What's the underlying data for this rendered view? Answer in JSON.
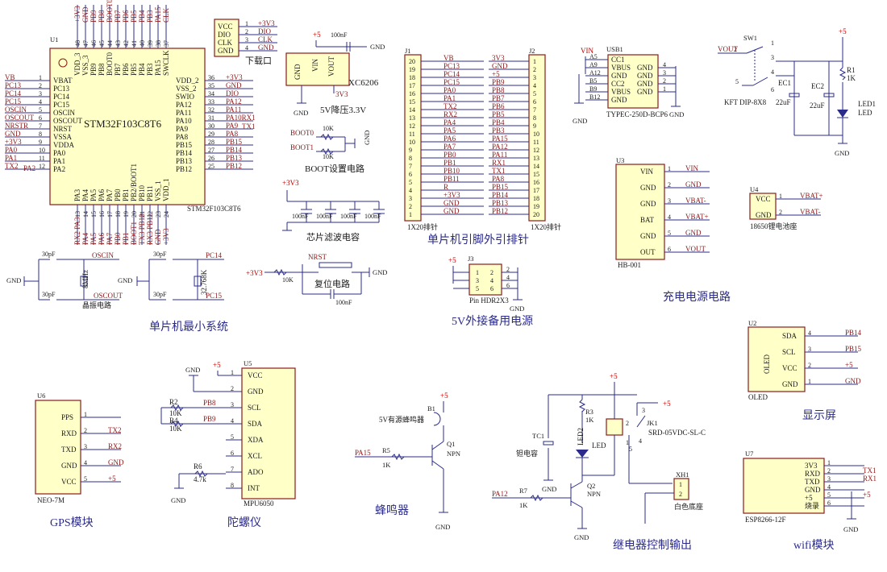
{
  "section_titles": {
    "min_system": "单片机最小系统",
    "oscillator": "晶振电路",
    "ldo": "5V降压3.3V",
    "boot": "BOOT设置电路",
    "filter": "芯片滤波电容",
    "reset": "复位电路",
    "pinout": "单片机引脚外引排针",
    "backup_power": "5V外接备用电源",
    "charger": "充电电源电路",
    "display": "显示屏",
    "gps": "GPS模块",
    "gyro": "陀螺仪",
    "buzzer": "蜂鸣器",
    "relay": "继电器控制输出",
    "wifi": "wifi模块",
    "download": "下载口"
  },
  "mcu": {
    "ref": "U1",
    "name": "STM32F103C8T6",
    "subname": "STM32F103C8T6",
    "left_pins": [
      {
        "n": "1",
        "name": "VBAT",
        "net": "VB"
      },
      {
        "n": "2",
        "name": "PC13",
        "net": "PC13"
      },
      {
        "n": "3",
        "name": "PC14",
        "net": "PC14"
      },
      {
        "n": "4",
        "name": "PC15",
        "net": "PC15"
      },
      {
        "n": "5",
        "name": "OSCIN",
        "net": "OSCIN"
      },
      {
        "n": "6",
        "name": "OSCOUT",
        "net": "OSCOUT"
      },
      {
        "n": "7",
        "name": "NRST",
        "net": "NRSTR"
      },
      {
        "n": "8",
        "name": "VSSA",
        "net": "GND"
      },
      {
        "n": "9",
        "name": "VDDA",
        "net": "+3V3"
      },
      {
        "n": "10",
        "name": "PA0",
        "net": "PA0"
      },
      {
        "n": "11",
        "name": "PA1",
        "net": "PA1"
      },
      {
        "n": "12",
        "name": "PA2",
        "net": "TX2"
      }
    ],
    "left_extra": "PA2",
    "right_pins": [
      {
        "n": "36",
        "name": "VDD_2",
        "net": "+3V3"
      },
      {
        "n": "35",
        "name": "VSS_2",
        "net": "GND"
      },
      {
        "n": "34",
        "name": "SWIO",
        "net": "DIO"
      },
      {
        "n": "33",
        "name": "PA12",
        "net": "PA12"
      },
      {
        "n": "32",
        "name": "PA11",
        "net": "PA11"
      },
      {
        "n": "31",
        "name": "PA10",
        "net": "PA10RX1"
      },
      {
        "n": "30",
        "name": "PA9",
        "net": "PA9"
      },
      {
        "n": "29",
        "name": "PA8",
        "net": "PA8"
      },
      {
        "n": "28",
        "name": "PB15",
        "net": "PB15"
      },
      {
        "n": "27",
        "name": "PB14",
        "net": "PB14"
      },
      {
        "n": "26",
        "name": "PB13",
        "net": "PB13"
      },
      {
        "n": "25",
        "name": "PB12",
        "net": "PB12"
      }
    ],
    "right_extra": "TX1",
    "top_pins": [
      {
        "n": "48",
        "name": "VDD_3",
        "net": "+3V3"
      },
      {
        "n": "47",
        "name": "VSS_3",
        "net": "GND"
      },
      {
        "n": "46",
        "name": "PB9",
        "net": "PB9"
      },
      {
        "n": "45",
        "name": "PB8",
        "net": "PB8"
      },
      {
        "n": "44",
        "name": "BOOT0",
        "net": "BOOT0"
      },
      {
        "n": "43",
        "name": "PB7",
        "net": "PB7"
      },
      {
        "n": "42",
        "name": "PB6",
        "net": "PB6"
      },
      {
        "n": "41",
        "name": "PB5",
        "net": "PB5"
      },
      {
        "n": "40",
        "name": "PB4",
        "net": "PB4"
      },
      {
        "n": "39",
        "name": "PB3",
        "net": "PB3"
      },
      {
        "n": "38",
        "name": "PA15",
        "net": "PA15"
      },
      {
        "n": "37",
        "name": "SWCLK",
        "net": "CLK"
      }
    ],
    "bottom_pins": [
      {
        "n": "13",
        "name": "PA3",
        "net": "RX2 PA3"
      },
      {
        "n": "14",
        "name": "PA4",
        "net": "PA4"
      },
      {
        "n": "15",
        "name": "PA5",
        "net": "PA5"
      },
      {
        "n": "16",
        "name": "PA6",
        "net": "PA6"
      },
      {
        "n": "17",
        "name": "PA7",
        "net": "PA7"
      },
      {
        "n": "18",
        "name": "PB0",
        "net": "PB0"
      },
      {
        "n": "19",
        "name": "PB1",
        "net": "PB1"
      },
      {
        "n": "20",
        "name": "PB2/BOOT1",
        "net": "BOOT1"
      },
      {
        "n": "21",
        "name": "PB10",
        "net": "TX3 PB10"
      },
      {
        "n": "22",
        "name": "PB11",
        "net": "RX3 PB11"
      },
      {
        "n": "23",
        "name": "VSS_1",
        "net": "GND"
      },
      {
        "n": "24",
        "name": "VDD_1",
        "net": "+3V3"
      }
    ]
  },
  "download": {
    "pins": [
      {
        "name": "VCC",
        "n": "1",
        "net": "+3V3"
      },
      {
        "name": "DIO",
        "n": "2",
        "net": "DIO"
      },
      {
        "name": "CLK",
        "n": "3",
        "net": "CLK"
      },
      {
        "name": "GND",
        "n": "4",
        "net": "GND"
      }
    ]
  },
  "ldo": {
    "v5": "+5",
    "cap": "100nF",
    "gnd": "GND",
    "vin": "VIN",
    "vout": "VOUT",
    "gnd_pin": "GND",
    "part": "XC6206",
    "out": "3V3",
    "gnd2": "GND"
  },
  "boot": {
    "net0": "BOOT0",
    "net1": "BOOT1",
    "r": "10K",
    "gnd": "GND"
  },
  "filter": {
    "v": "+3V3",
    "caps": [
      "100nF",
      "100nF",
      "100nF",
      "100nF"
    ],
    "gnd": "GND"
  },
  "reset": {
    "v": "+3V3",
    "r": "10K",
    "net": "NRST",
    "gnd": "GND",
    "cap": "100nF"
  },
  "osc": {
    "c": "30pF",
    "in": "OSCIN",
    "out": "OSCOUT",
    "x1": "8MHz",
    "x2": "32.768K",
    "p14": "PC14",
    "p15": "PC15",
    "gnd": "GND"
  },
  "j1": {
    "ref": "J1",
    "nums": [
      "20",
      "19",
      "18",
      "17",
      "16",
      "15",
      "14",
      "13",
      "12",
      "11",
      "10",
      "9",
      "8",
      "7",
      "6",
      "5",
      "4",
      "3",
      "2",
      "1"
    ],
    "nets": [
      "VB",
      "PC13",
      "PC14",
      "PC15",
      "PA0",
      "PA1",
      "TX2",
      "RX2",
      "PA4",
      "PA5",
      "PA6",
      "PA7",
      "PB0",
      "PB1",
      "PB10",
      "PB11",
      "R",
      "+3V3",
      "GND",
      "GND"
    ],
    "label": "1X20排针"
  },
  "j2": {
    "ref": "J2",
    "nums": [
      "1",
      "2",
      "3",
      "4",
      "5",
      "6",
      "7",
      "8",
      "9",
      "10",
      "11",
      "12",
      "13",
      "14",
      "15",
      "16",
      "17",
      "18",
      "19",
      "20"
    ],
    "nets": [
      "3V3",
      "GND",
      "+5",
      "PB9",
      "PB8",
      "PB7",
      "PB6",
      "PB5",
      "PB4",
      "PB3",
      "PA15",
      "PA12",
      "PA11",
      "RX1",
      "TX1",
      "PA8",
      "PB15",
      "PB14",
      "PB13",
      "PB12"
    ],
    "label": "1X20排针"
  },
  "usb": {
    "ref": "USB1",
    "vin": "VIN",
    "left": [
      "A5",
      "A9",
      "A12",
      "B5",
      "B9",
      "B12"
    ],
    "pins": [
      "CC1",
      "VBUS",
      "GND",
      "CC2",
      "VBUS",
      "GND"
    ],
    "gnds": [
      "GND",
      "GND",
      "GND",
      "GND"
    ],
    "nums": [
      "4",
      "3",
      "2",
      "1"
    ],
    "part": "TYPEC-250D-BCP6",
    "gnd": "GND"
  },
  "sw": {
    "ref": "SW1",
    "vout": "VOUT",
    "nums": [
      "2",
      "1",
      "3",
      "4",
      "5",
      "6"
    ],
    "part": "KFT DIP-8X8",
    "v5": "+5",
    "ec1": "EC1",
    "ec2": "EC2",
    "cap": "22uF",
    "r1": "R1",
    "r1v": "1K",
    "led": "LED1",
    "led_t": "LED",
    "gnd": "GND"
  },
  "j3": {
    "ref": "J3",
    "nums": [
      "1",
      "2",
      "3",
      "4",
      "5",
      "6"
    ],
    "v": "+5",
    "r": [
      "2",
      "4",
      "6"
    ],
    "part": "Pin HDR2X3",
    "gnd": "GND"
  },
  "charger": {
    "ref": "U3",
    "pins": [
      {
        "name": "VIN",
        "n": "1",
        "net": "VIN"
      },
      {
        "name": "GND",
        "n": "2",
        "net": "GND"
      },
      {
        "name": "GND",
        "n": "3",
        "net": "VBAT-"
      },
      {
        "name": "BAT",
        "n": "4",
        "net": "VBAT+"
      },
      {
        "name": "GND",
        "n": "5",
        "net": "GND"
      },
      {
        "name": "OUT",
        "n": "6",
        "net": "VOUT"
      }
    ],
    "part": "HB-001"
  },
  "battery": {
    "ref": "U4",
    "pins": [
      {
        "name": "VCC",
        "n": "1",
        "net": "VBAT+"
      },
      {
        "name": "GND",
        "n": "2",
        "net": "VBAT-"
      }
    ],
    "part": "18650锂电池座"
  },
  "oled": {
    "ref": "U2",
    "pins": [
      {
        "name": "SDA",
        "n": "4",
        "net": "PB14"
      },
      {
        "name": "SCL",
        "n": "3",
        "net": "PB15"
      },
      {
        "name": "VCC",
        "n": "2",
        "net": "+5"
      },
      {
        "name": "GND",
        "n": "1",
        "net": "GND"
      }
    ],
    "vlabel": "OLED",
    "part": "OLED"
  },
  "gps": {
    "ref": "U6",
    "pins": [
      {
        "name": "PPS",
        "n": "1",
        "net": ""
      },
      {
        "name": "RXD",
        "n": "2",
        "net": "TX2"
      },
      {
        "name": "TXD",
        "n": "3",
        "net": "RX2"
      },
      {
        "name": "GND",
        "n": "4",
        "net": "GND"
      },
      {
        "name": "VCC",
        "n": "5",
        "net": "+5"
      }
    ],
    "part": "NEO-7M"
  },
  "mpu": {
    "ref": "U5",
    "pins": [
      {
        "name": "VCC",
        "n": "1"
      },
      {
        "name": "GND",
        "n": "2"
      },
      {
        "name": "SCL",
        "n": "3"
      },
      {
        "name": "SDA",
        "n": "4"
      },
      {
        "name": "XDA",
        "n": "5"
      },
      {
        "name": "XCL",
        "n": "6"
      },
      {
        "name": "ADO",
        "n": "7"
      },
      {
        "name": "INT",
        "n": "8"
      }
    ],
    "part": "MPU6050",
    "gnd": "GND",
    "v5": "+5",
    "r2": "R2",
    "r4": "R4",
    "r6": "R6",
    "r10k": "10K",
    "r47": "4.7k",
    "pb8": "PB8",
    "pb9": "PB9"
  },
  "buzzer": {
    "b1": "B1",
    "v5": "+5",
    "part": "5V有源蜂鸣器",
    "q1": "Q1",
    "npn": "NPN",
    "r5": "R5",
    "r1k": "1K",
    "pa15": "PA15",
    "gnd": "GND"
  },
  "relay": {
    "v5": "+5",
    "r3": "R3",
    "r1k": "1K",
    "tc1": "TC1",
    "cap": "钽电容",
    "led2": "LED2",
    "led": "LED",
    "jk1": "JK1",
    "relay": "SRD-05VDC-SL-C",
    "q2": "Q2",
    "npn": "NPN",
    "r7": "R7",
    "pa12": "PA12",
    "xh1": "XH1",
    "conn": "白色底座",
    "gnd": "GND",
    "v5b": "+5",
    "nums": [
      "2",
      "1",
      "3",
      "4",
      "5"
    ]
  },
  "wifi": {
    "ref": "U7",
    "pins": [
      {
        "name": "3V3",
        "n": "1",
        "net": ""
      },
      {
        "name": "RXD",
        "n": "2",
        "net": "TX1"
      },
      {
        "name": "TXD",
        "n": "3",
        "net": "RX1"
      },
      {
        "name": "GND",
        "n": "4",
        "net": ""
      },
      {
        "name": "+5",
        "n": "5",
        "net": "+5"
      },
      {
        "name": "烧录",
        "n": "6",
        "net": ""
      }
    ],
    "part": "ESP8266-12F",
    "gnd": "GND"
  }
}
